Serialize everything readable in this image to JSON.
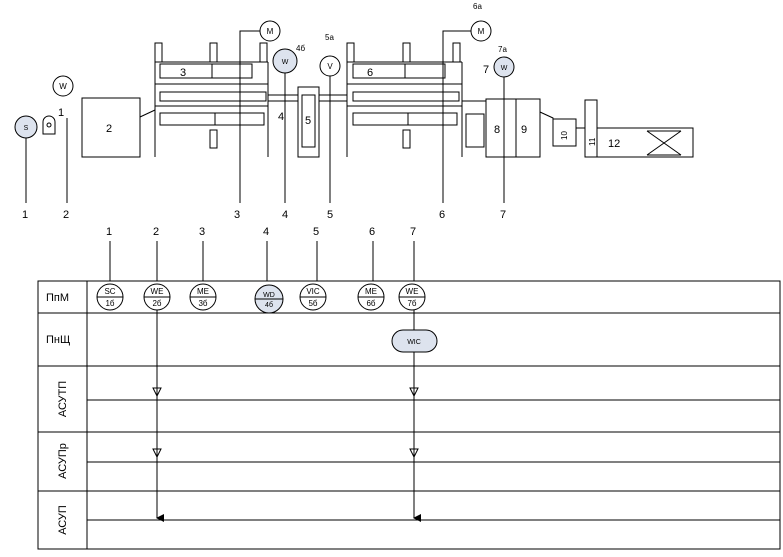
{
  "equipment": {
    "1": "1",
    "2": "2",
    "3": "3",
    "4": "4",
    "5": "5",
    "6": "6",
    "7": "7",
    "8": "8",
    "9": "9",
    "10": "10",
    "11": "11",
    "12": "12"
  },
  "sensors": {
    "s": "S",
    "w1": "W",
    "w1_num": "1",
    "m1": "M",
    "w4": "W",
    "w4_tag": "4б",
    "v5": "V",
    "v5_tag": "5а",
    "m6": "M",
    "m6_tag": "6а",
    "w7": "W",
    "w7_tag": "7а"
  },
  "line_numbers": [
    "1",
    "2",
    "3",
    "4",
    "5",
    "6",
    "7"
  ],
  "instruments": [
    {
      "top": "SC",
      "bottom": "1б"
    },
    {
      "top": "WE",
      "bottom": "2б"
    },
    {
      "top": "ME",
      "bottom": "3б"
    },
    {
      "top": "WD",
      "bottom": "4б"
    },
    {
      "top": "VIC",
      "bottom": "5б"
    },
    {
      "top": "ME",
      "bottom": "6б"
    },
    {
      "top": "WE",
      "bottom": "7б"
    }
  ],
  "wic": "WIC",
  "rows": {
    "ppm": "ПпМ",
    "pnsh": "ПнЩ",
    "asutp": "АСУТП",
    "asupr": "АСУПр",
    "asup": "АСУП"
  }
}
